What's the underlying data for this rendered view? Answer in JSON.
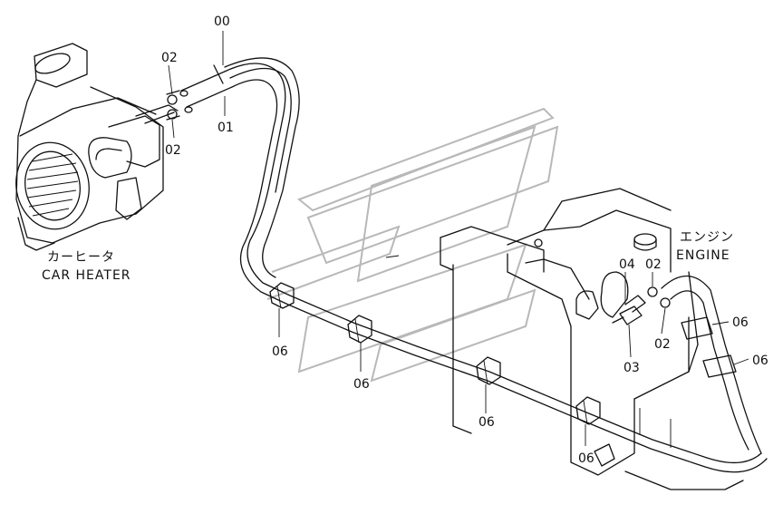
{
  "diagram": {
    "captions": {
      "heater_jp": "カーヒータ",
      "heater_en": "CAR HEATER",
      "engine_jp": "エンジン",
      "engine_en": "ENGINE"
    },
    "callouts": {
      "c00": "00",
      "c01": "01",
      "c02_top": "02",
      "c02_mid": "02",
      "c02_right_top": "02",
      "c02_right_bottom": "02",
      "c03": "03",
      "c04": "04",
      "c06_a": "06",
      "c06_b": "06",
      "c06_c": "06",
      "c06_d": "06",
      "c06_e": "06",
      "c06_f": "06"
    }
  }
}
